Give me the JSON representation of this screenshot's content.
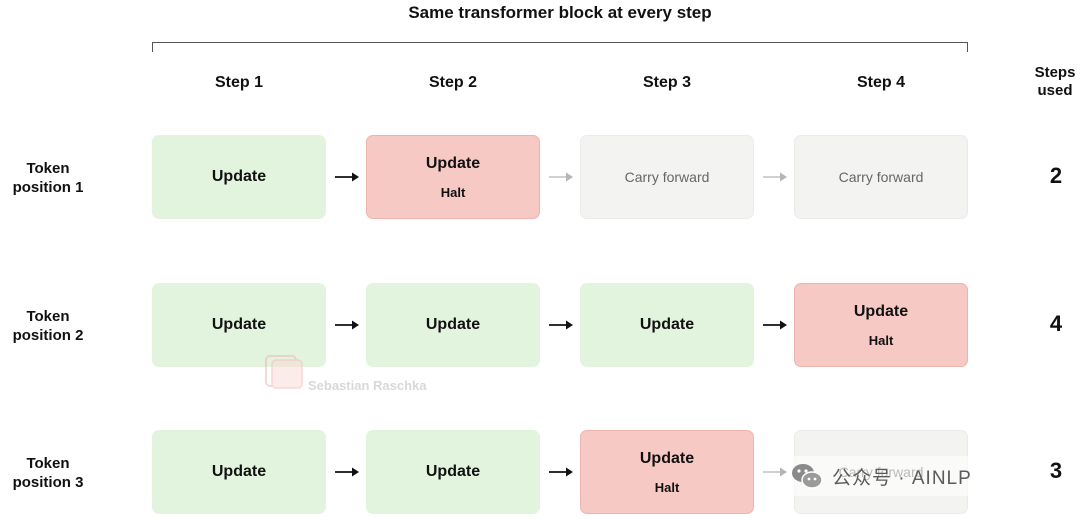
{
  "title": "Same transformer block at every step",
  "steps": [
    "Step 1",
    "Step 2",
    "Step 3",
    "Step 4"
  ],
  "steps_used_label": "Steps\nused",
  "rows": [
    {
      "label": "Token\nposition 1",
      "cells": [
        {
          "state": "update",
          "main": "Update",
          "sub": ""
        },
        {
          "state": "halt",
          "main": "Update",
          "sub": "Halt"
        },
        {
          "state": "carry",
          "main": "Carry forward",
          "sub": ""
        },
        {
          "state": "carry",
          "main": "Carry forward",
          "sub": ""
        }
      ],
      "steps_used": "2"
    },
    {
      "label": "Token\nposition 2",
      "cells": [
        {
          "state": "update",
          "main": "Update",
          "sub": ""
        },
        {
          "state": "update",
          "main": "Update",
          "sub": ""
        },
        {
          "state": "update",
          "main": "Update",
          "sub": ""
        },
        {
          "state": "halt",
          "main": "Update",
          "sub": "Halt"
        }
      ],
      "steps_used": "4"
    },
    {
      "label": "Token\nposition 3",
      "cells": [
        {
          "state": "update",
          "main": "Update",
          "sub": ""
        },
        {
          "state": "update",
          "main": "Update",
          "sub": ""
        },
        {
          "state": "halt",
          "main": "Update",
          "sub": "Halt"
        },
        {
          "state": "carry",
          "main": "Carry forward",
          "sub": ""
        }
      ],
      "steps_used": "3"
    }
  ],
  "watermark": {
    "text": "Sebastian Raschka"
  },
  "overlay": {
    "text": "公众号 · AINLP"
  },
  "colors": {
    "update": "#e3f4de",
    "halt": "#f6c9c4",
    "carry": "#f3f3f1",
    "arrow_active": "#111111",
    "arrow_muted": "#b5b5b5"
  }
}
